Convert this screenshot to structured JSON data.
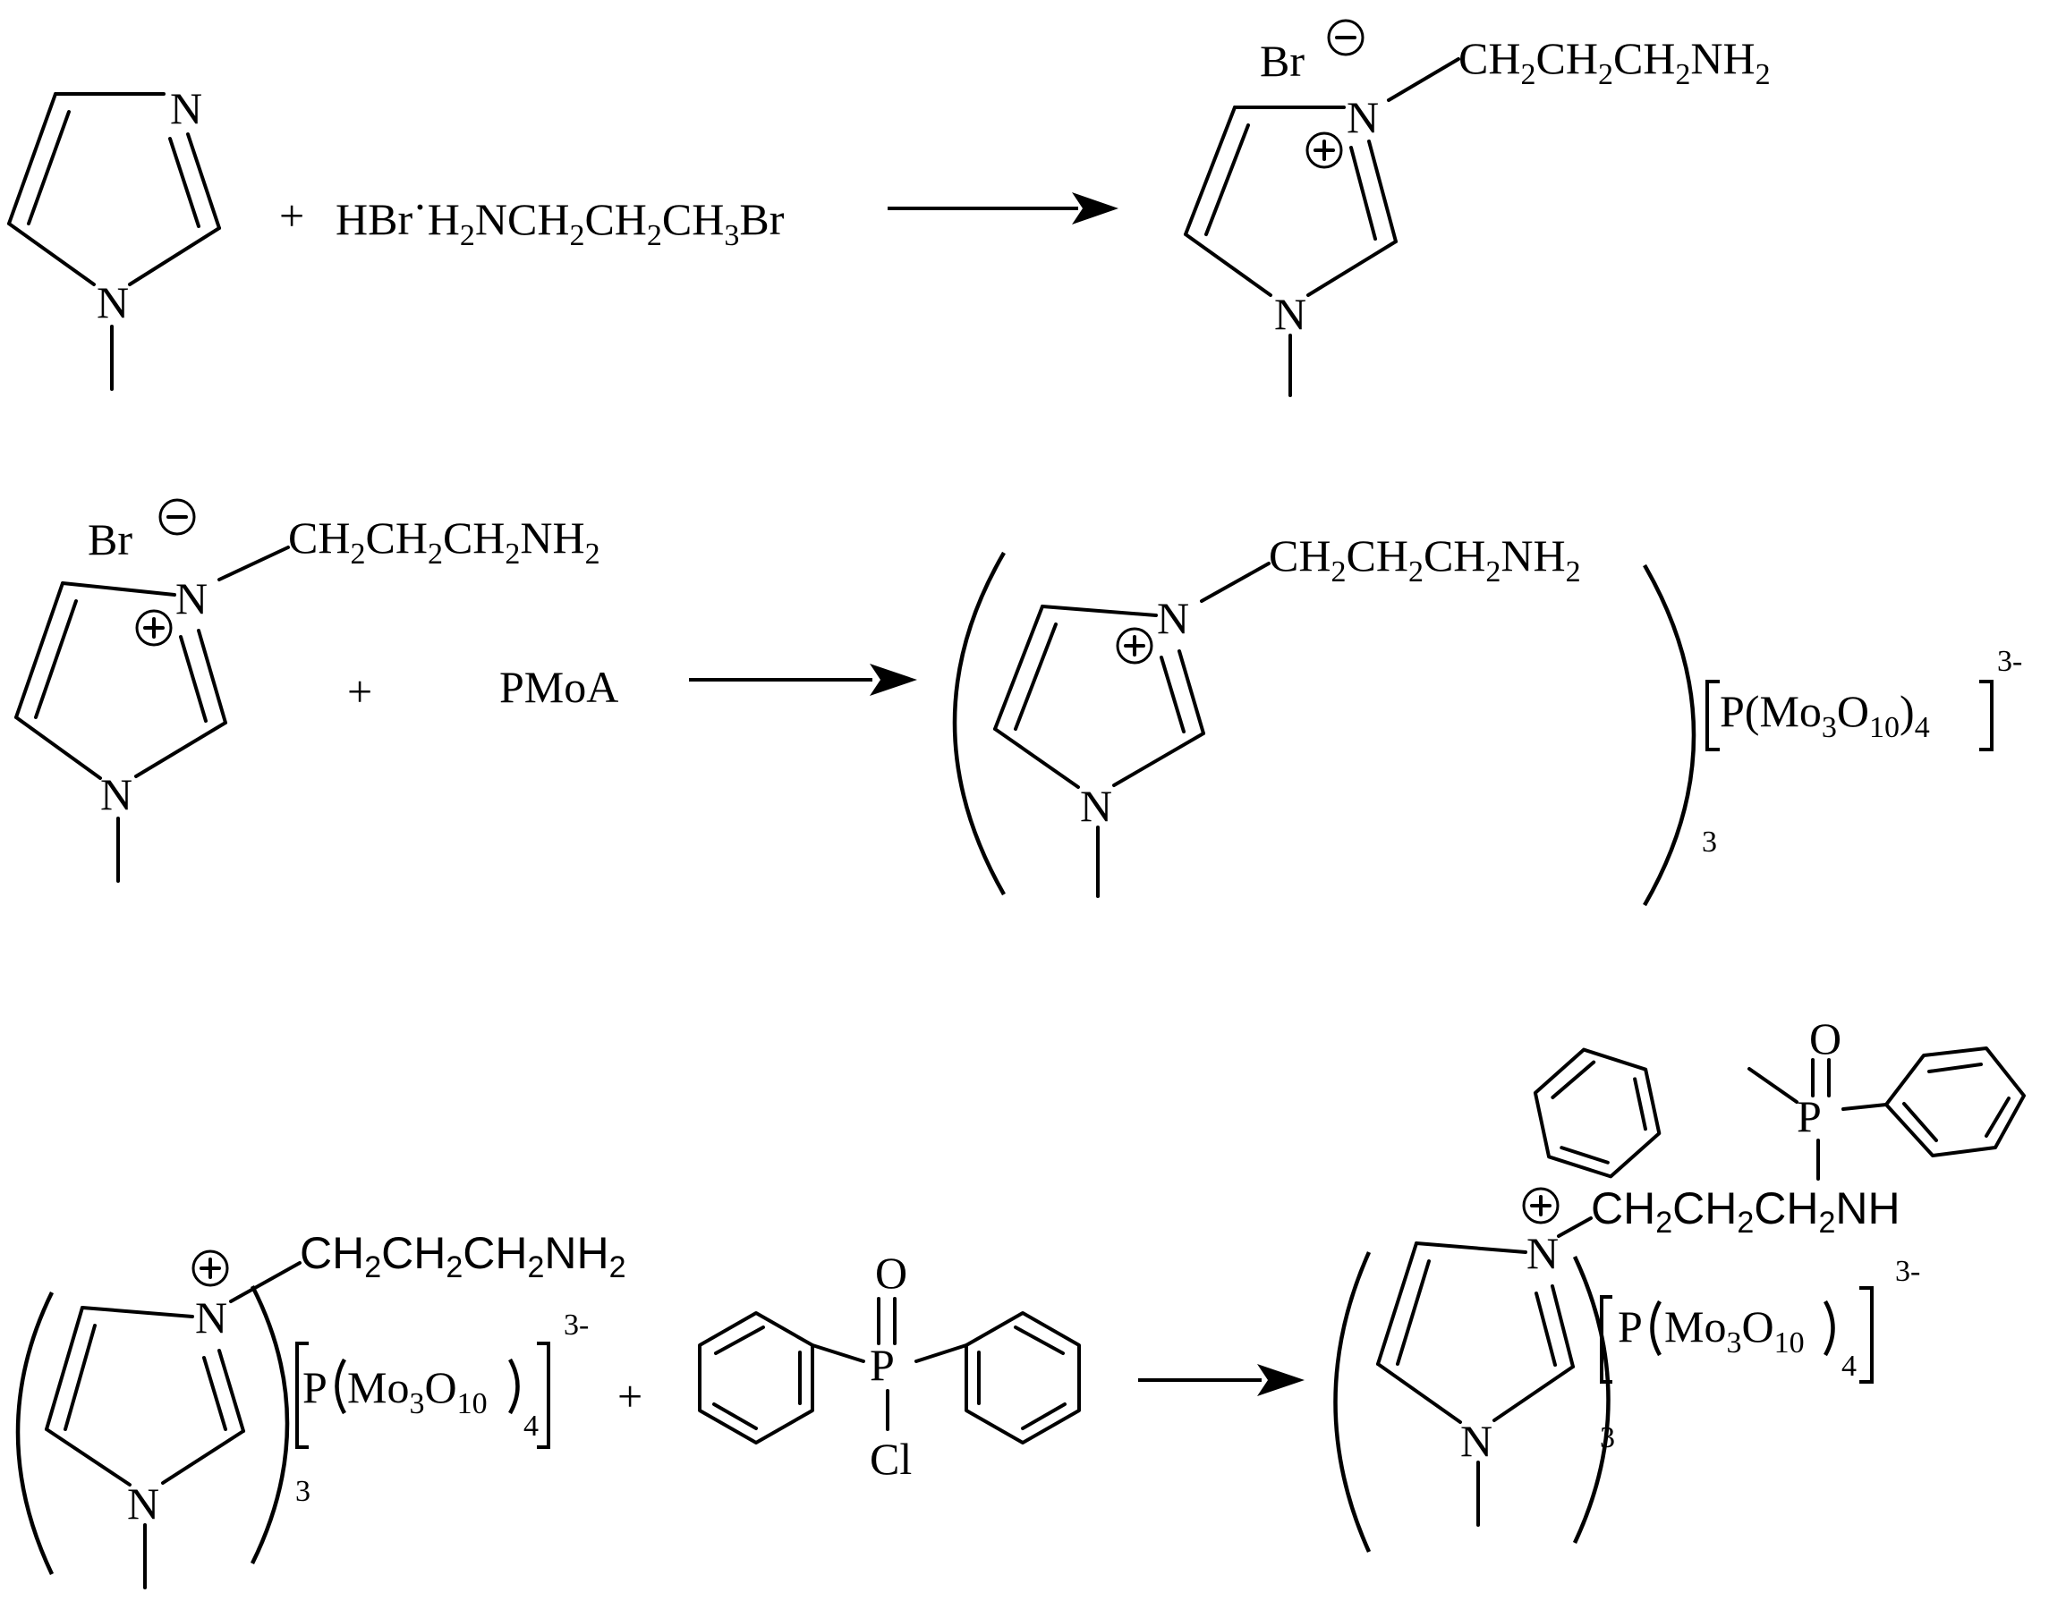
{
  "reaction1": {
    "reactant_ring_atoms": [
      "N",
      "N"
    ],
    "plus": "+",
    "reagent": [
      "HBr",
      "·",
      "H",
      "2",
      "NCH",
      "2",
      "CH",
      "2",
      "CH",
      "3",
      "Br"
    ],
    "product_anion": "Br",
    "product_ring_atoms": [
      "N",
      "N"
    ],
    "product_chain": [
      "CH",
      "2",
      "CH",
      "2",
      "CH",
      "2",
      "NH",
      "2"
    ]
  },
  "reaction2": {
    "reactant_anion": "Br",
    "reactant_ring_atoms": [
      "N",
      "N"
    ],
    "reactant_chain": [
      "CH",
      "2",
      "CH",
      "2",
      "CH",
      "2",
      "NH",
      "2"
    ],
    "plus": "+",
    "reagent": "PMoA",
    "product_ring_atoms": [
      "N",
      "N"
    ],
    "product_chain": [
      "CH",
      "2",
      "CH",
      "2",
      "CH",
      "2",
      "NH",
      "2"
    ],
    "product_count": "3",
    "product_anion": [
      "P(Mo",
      "3",
      "O",
      "10",
      ")",
      "4"
    ],
    "product_charge": "3-"
  },
  "reaction3": {
    "reactant_ring_atoms": [
      "N",
      "N"
    ],
    "reactant_chain": [
      "CH",
      "2",
      "CH",
      "2",
      "CH",
      "2",
      "NH",
      "2"
    ],
    "reactant_count": "3",
    "reactant_anion": [
      "P",
      "Mo",
      "3",
      "O",
      "10",
      "4"
    ],
    "reactant_charge": "3-",
    "plus": "+",
    "reagent_atoms": [
      "O",
      "P",
      "Cl"
    ],
    "product_ring_atoms": [
      "N",
      "N"
    ],
    "product_chain": [
      "CH",
      "2",
      "CH",
      "2",
      "CH",
      "2",
      "NH"
    ],
    "product_phosphoryl_atoms": [
      "O",
      "P"
    ],
    "product_count": "3",
    "product_anion": [
      "P",
      "Mo",
      "3",
      "O",
      "10",
      "4"
    ],
    "product_charge": "3-"
  }
}
